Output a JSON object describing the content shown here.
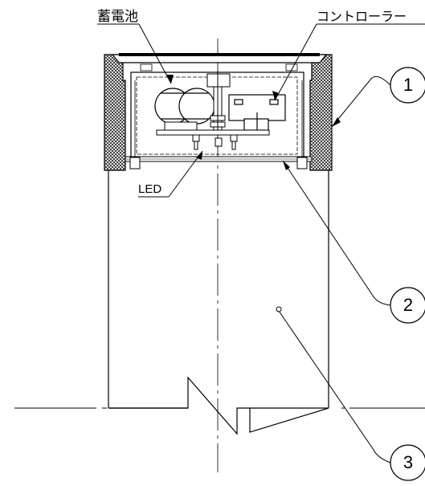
{
  "labels": {
    "battery": "蓄電池",
    "controller": "コントローラー",
    "led": "LED"
  },
  "callouts": [
    {
      "number": "1"
    },
    {
      "number": "2"
    },
    {
      "number": "3"
    }
  ],
  "colors": {
    "line": "#000000",
    "background": "#ffffff"
  }
}
